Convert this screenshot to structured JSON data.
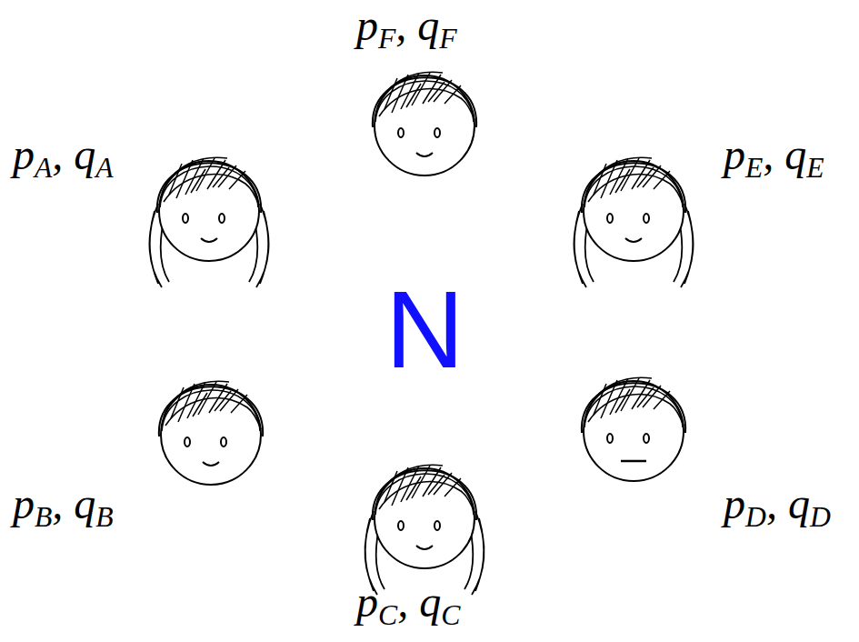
{
  "diagram": {
    "labels": [
      "pF, qF",
      "pA, qA",
      "pE, qE",
      "N",
      "pB, qB",
      "pD, qD",
      "pC, qC"
    ]
  }
}
